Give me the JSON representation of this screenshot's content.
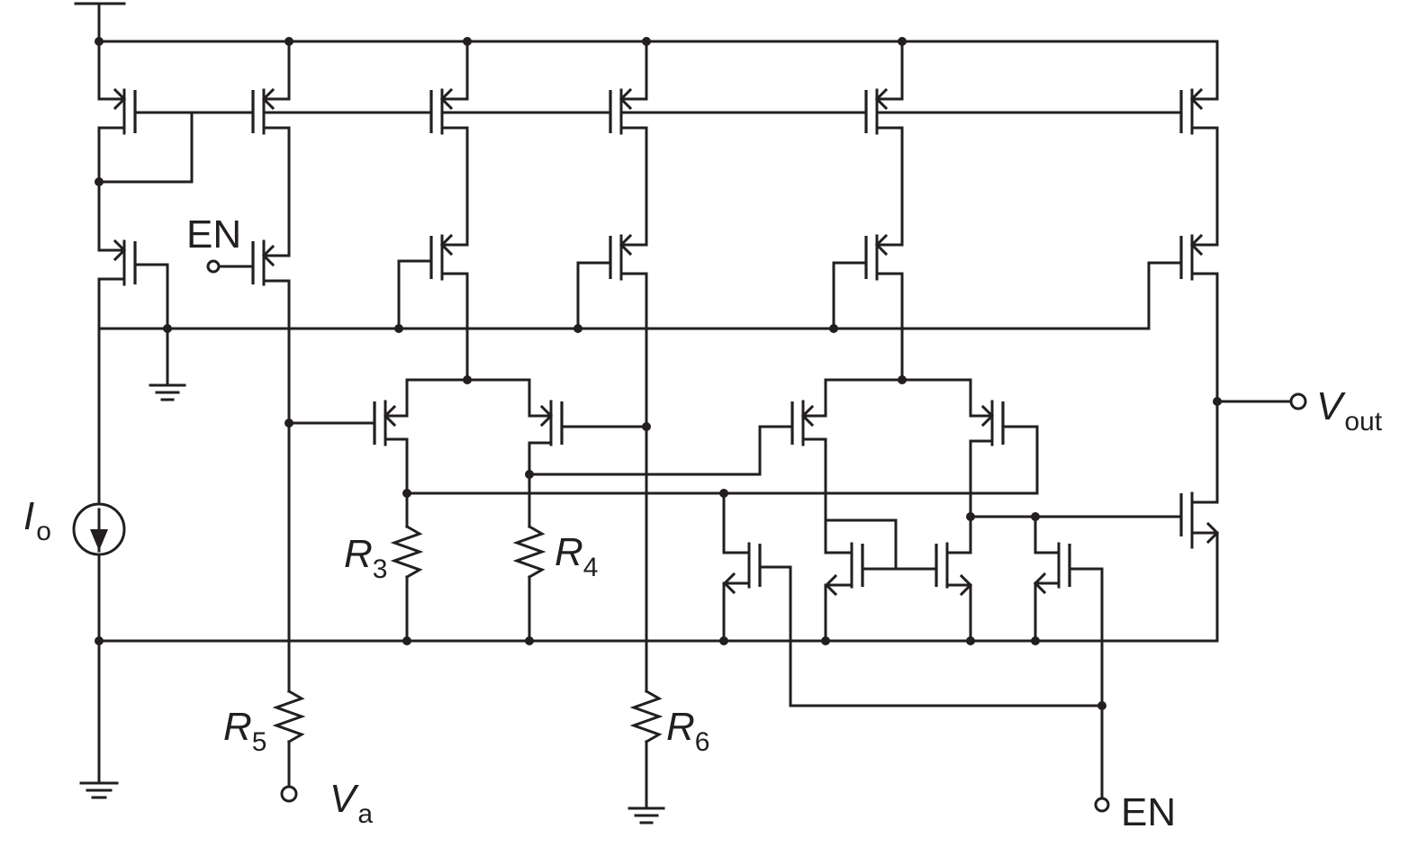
{
  "labels": {
    "en_left": "EN",
    "en_right": "EN",
    "io_main": "I",
    "io_sub": "o",
    "r3_main": "R",
    "r3_sub": "3",
    "r4_main": "R",
    "r4_sub": "4",
    "r5_main": "R",
    "r5_sub": "5",
    "r6_main": "R",
    "r6_sub": "6",
    "va_main": "V",
    "va_sub": "a",
    "vout_main": "V",
    "vout_sub": "out"
  },
  "colors": {
    "ink": "#231f20",
    "background": "#ffffff"
  }
}
